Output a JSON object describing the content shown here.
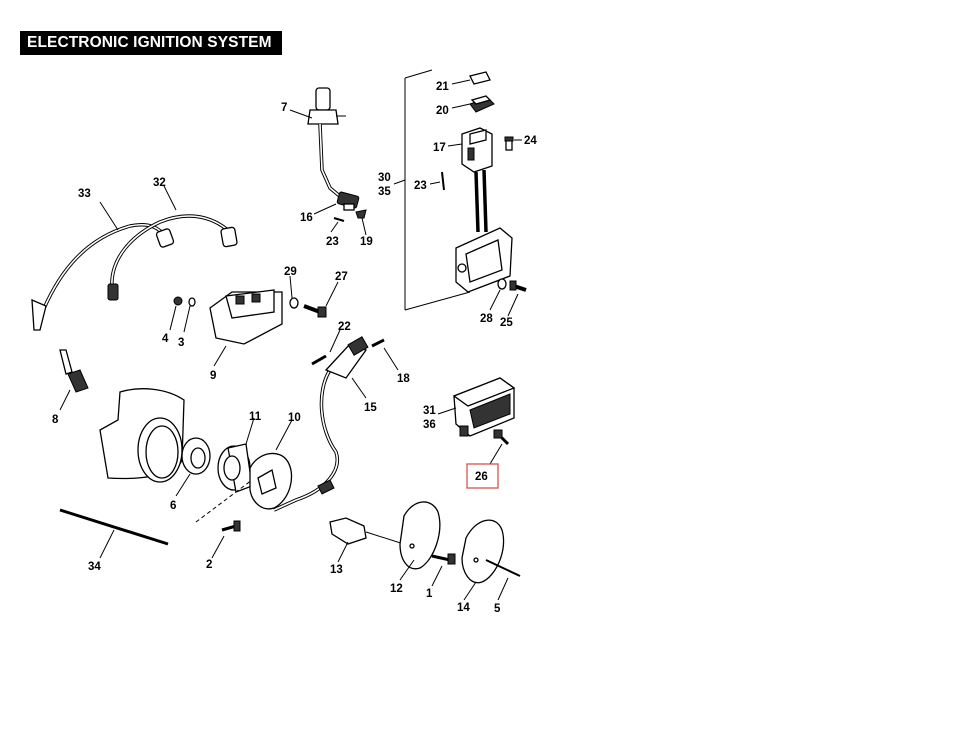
{
  "title": "ELECTRONIC IGNITION SYSTEM",
  "highlight_color": "#d9534f",
  "highlighted_callout": "26",
  "callouts": [
    {
      "id": "c1",
      "text": "1"
    },
    {
      "id": "c2",
      "text": "2"
    },
    {
      "id": "c3",
      "text": "3"
    },
    {
      "id": "c4",
      "text": "4"
    },
    {
      "id": "c5",
      "text": "5"
    },
    {
      "id": "c6",
      "text": "6"
    },
    {
      "id": "c7",
      "text": "7"
    },
    {
      "id": "c8",
      "text": "8"
    },
    {
      "id": "c9",
      "text": "9"
    },
    {
      "id": "c10",
      "text": "10"
    },
    {
      "id": "c11",
      "text": "11"
    },
    {
      "id": "c12",
      "text": "12"
    },
    {
      "id": "c13",
      "text": "13"
    },
    {
      "id": "c14",
      "text": "14"
    },
    {
      "id": "c15",
      "text": "15"
    },
    {
      "id": "c16",
      "text": "16"
    },
    {
      "id": "c17",
      "text": "17"
    },
    {
      "id": "c18",
      "text": "18"
    },
    {
      "id": "c19",
      "text": "19"
    },
    {
      "id": "c20",
      "text": "20"
    },
    {
      "id": "c21",
      "text": "21"
    },
    {
      "id": "c22",
      "text": "22"
    },
    {
      "id": "c23a",
      "text": "23"
    },
    {
      "id": "c23b",
      "text": "23"
    },
    {
      "id": "c24",
      "text": "24"
    },
    {
      "id": "c25",
      "text": "25"
    },
    {
      "id": "c26",
      "text": "26"
    },
    {
      "id": "c27",
      "text": "27"
    },
    {
      "id": "c28",
      "text": "28"
    },
    {
      "id": "c29",
      "text": "29"
    },
    {
      "id": "c30",
      "text": "30"
    },
    {
      "id": "c35",
      "text": "35"
    },
    {
      "id": "c31",
      "text": "31"
    },
    {
      "id": "c36",
      "text": "36"
    },
    {
      "id": "c32",
      "text": "32"
    },
    {
      "id": "c33",
      "text": "33"
    },
    {
      "id": "c34",
      "text": "34"
    }
  ]
}
